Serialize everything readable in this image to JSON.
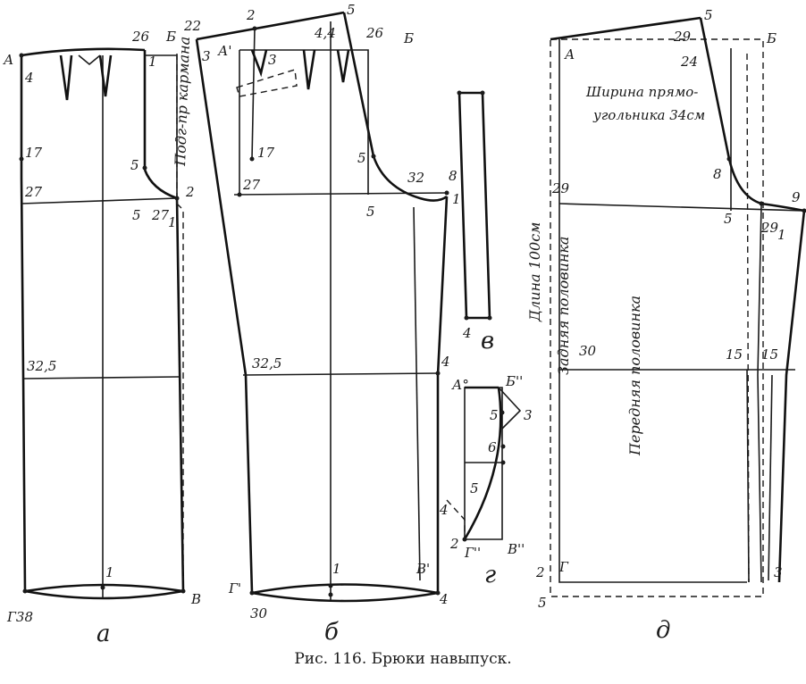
{
  "caption": "Рис. 116. Брюки навыпуск.",
  "panels": {
    "a": {
      "letter": "а",
      "labels": {
        "A": "А",
        "p4": "4",
        "p17": "17",
        "p27": "27",
        "p325": "32,5",
        "g38": "Г38",
        "p26": "26",
        "B": "Б",
        "p1top": "1",
        "p5a": "5",
        "p5b": "5",
        "p27_1": "27",
        "sub1": "1",
        "p2": "2",
        "p1bot": "1",
        "V": "В",
        "pocket": "Подг-пр кармана"
      }
    },
    "b": {
      "letter": "б",
      "labels": {
        "p22": "22",
        "p3l": "3",
        "p2": "2",
        "p5top": "5",
        "p44": "4,4",
        "p26": "26",
        "B": "Б",
        "A1": "А'",
        "p3": "3",
        "p17": "17",
        "p5": "5",
        "p27": "27",
        "p5m": "5",
        "p32": "32",
        "p8": "8",
        "p1": "1",
        "p325": "32,5",
        "p4": "4",
        "p1bot": "1",
        "G1": "Г'",
        "V1": "В'",
        "p30": "30",
        "p4bot": "4"
      }
    },
    "v": {
      "letter": "в",
      "labels": {
        "p4": "4"
      }
    },
    "g": {
      "letter": "г",
      "labels": {
        "A0": "А°",
        "B2": "Б''",
        "p5a": "5",
        "p3": "3",
        "p6": "6",
        "p5b": "5",
        "p4": "4",
        "p2": "2",
        "G2": "Г''",
        "V2": "В''"
      }
    },
    "d": {
      "letter": "д",
      "labels": {
        "p5": "5",
        "p29top": "29",
        "B": "Б",
        "A": "А",
        "p24": "24",
        "width_line1": "Ширина прямо-",
        "width_line2": "угольника 34см",
        "length": "Длина 100см",
        "back_half": "Задняя половинка",
        "front_half": "Передняя половинка",
        "p29": "29",
        "p8": "8",
        "p5m": "5",
        "p9": "9",
        "p29_1": "29",
        "sub1": "1",
        "p30": "30",
        "p15a": "15",
        "p15b": "15",
        "p2": "2",
        "G": "Г",
        "p5bot": "5",
        "p3": "3"
      }
    }
  }
}
